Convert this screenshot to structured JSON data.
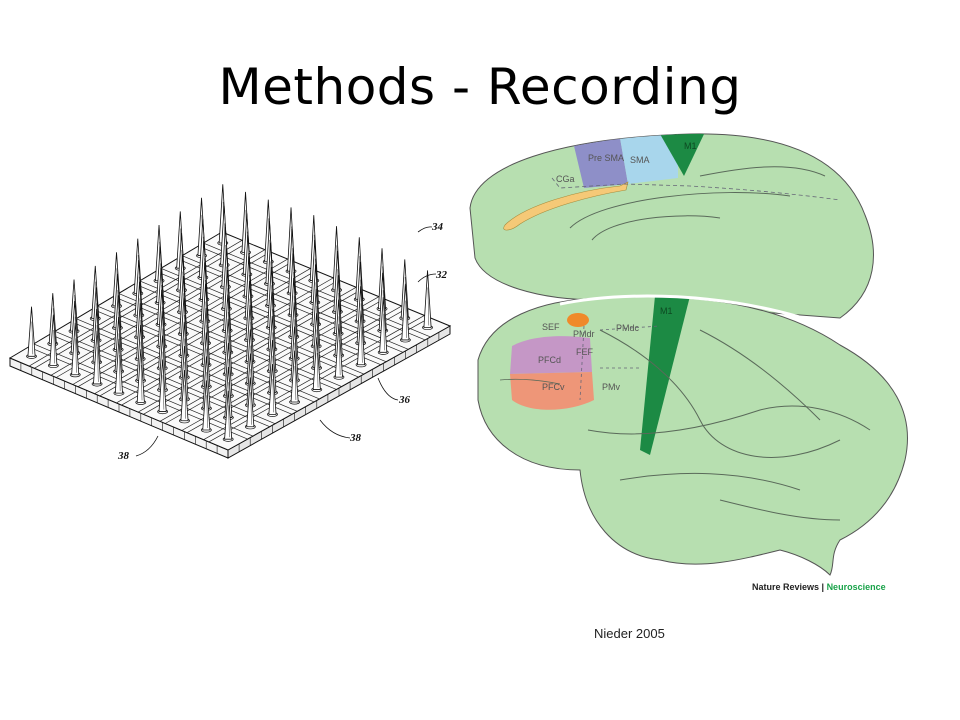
{
  "slide": {
    "title": "Methods - Recording",
    "citation": "Nieder 2005"
  },
  "array_figure": {
    "ref_numbers": [
      "34",
      "32",
      "36",
      "38",
      "38"
    ]
  },
  "brain_figure": {
    "medial_labels": [
      "Pre SMA",
      "SMA",
      "M1",
      "CGa"
    ],
    "lateral_labels": [
      "SEF",
      "PMdr",
      "PMdc",
      "M1",
      "FEF",
      "PFCd",
      "PFCv",
      "PMv"
    ],
    "journal_credit": {
      "publisher": "Nature Reviews",
      "separator": " | ",
      "journal": "Neuroscience"
    },
    "colors": {
      "brain": "#b7dfb0",
      "m1": "#1c8a44",
      "sma": "#a8d6ec",
      "presma": "#8e8fc8",
      "cga": "#f5c977",
      "pfcd": "#c597c6",
      "pfcv": "#ee9678",
      "sef": "#f08a2a"
    }
  }
}
